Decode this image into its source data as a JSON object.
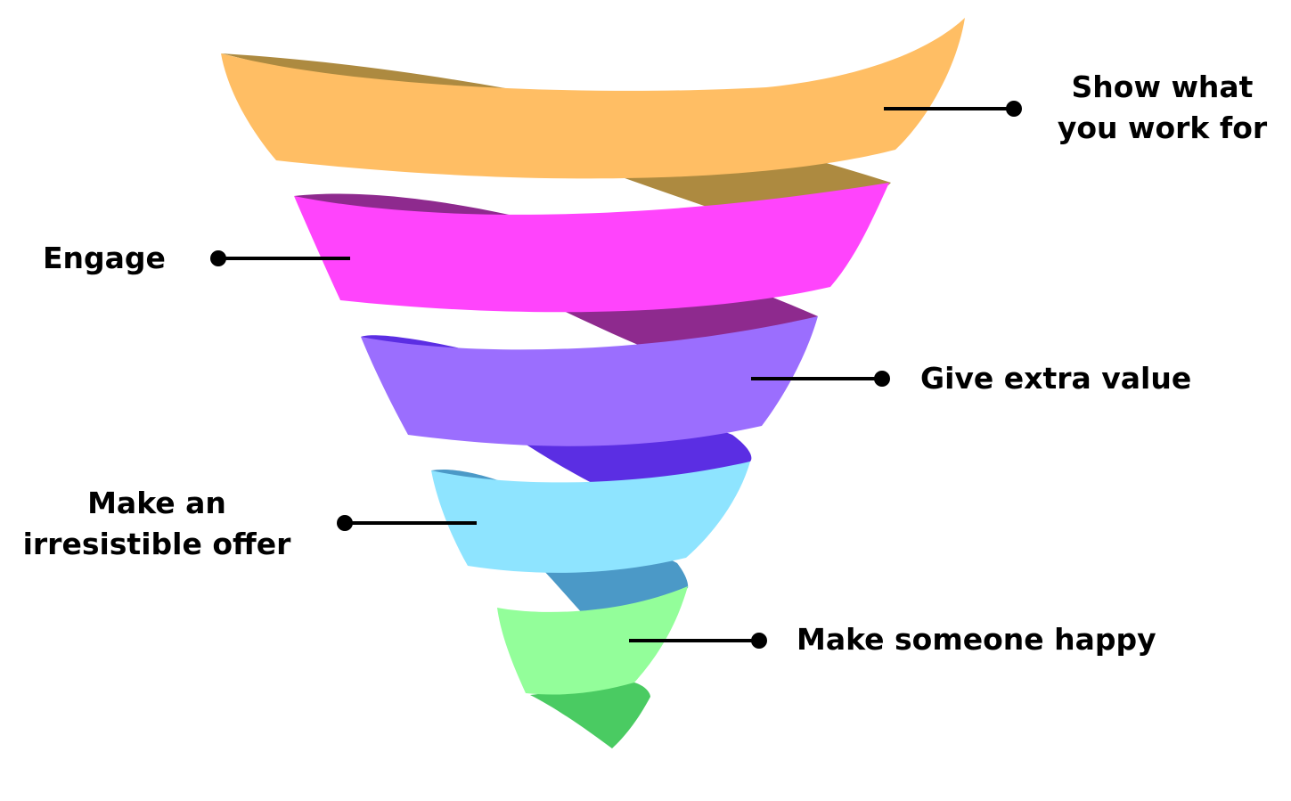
{
  "funnel": {
    "levels": [
      {
        "id": "level-1",
        "lines": [
          "Show what",
          "you work for"
        ],
        "front_color": "#FFBE64",
        "back_color": "#AD8A40"
      },
      {
        "id": "level-2",
        "lines": [
          "Engage"
        ],
        "front_color": "#FF44FC",
        "back_color": "#8E2A8E"
      },
      {
        "id": "level-3",
        "lines": [
          "Give extra value"
        ],
        "front_color": "#9B6EFE",
        "back_color": "#5B2EE3"
      },
      {
        "id": "level-4",
        "lines": [
          "Make an",
          "irresistible offer"
        ],
        "front_color": "#8EE4FF",
        "back_color": "#4B99C7"
      },
      {
        "id": "level-5",
        "lines": [
          "Make someone happy"
        ],
        "front_color": "#93FE9A",
        "back_color": "#4ACB62"
      }
    ]
  }
}
